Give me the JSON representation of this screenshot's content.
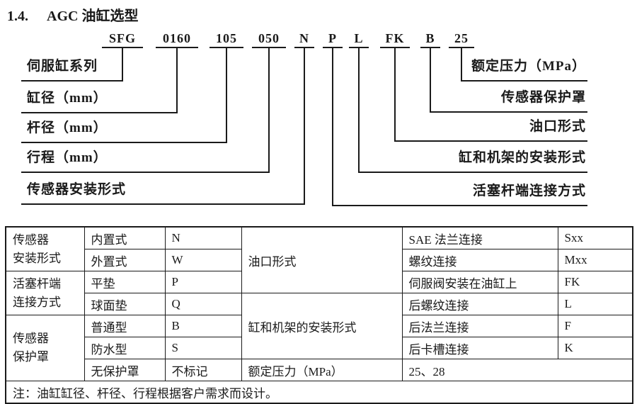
{
  "title": {
    "number": "1.4.",
    "text": "AGC 油缸选型"
  },
  "model_code": {
    "segments": [
      "SFG",
      "0160",
      "105",
      "050",
      "N",
      "P",
      "L",
      "FK",
      "B",
      "25"
    ],
    "left_labels": [
      "伺服缸系列",
      "缸径（mm）",
      "杆径（mm）",
      "行程（mm）",
      "传感器安装形式"
    ],
    "right_labels": [
      "额定压力（MPa）",
      "传感器保护罩",
      "油口形式",
      "缸和机架的安装形式",
      "活塞杆端连接方式"
    ]
  },
  "table": {
    "sensor_mount": {
      "label": "传感器\n安装形式",
      "options": [
        {
          "name": "内置式",
          "code": "N"
        },
        {
          "name": "外置式",
          "code": "W"
        }
      ]
    },
    "rod_end": {
      "label": "活塞杆端\n连接方式",
      "options": [
        {
          "name": "平垫",
          "code": "P"
        },
        {
          "name": "球面垫",
          "code": "Q"
        }
      ]
    },
    "sensor_cover": {
      "label": "传感器\n保护罩",
      "options": [
        {
          "name": "普通型",
          "code": "B"
        },
        {
          "name": "防水型",
          "code": "S"
        },
        {
          "name": "无保护罩",
          "code": "不标记"
        }
      ]
    },
    "oil_port": {
      "label": "油口形式",
      "options": [
        {
          "name": "SAE 法兰连接",
          "code": "Sxx"
        },
        {
          "name": "螺纹连接",
          "code": "Mxx"
        },
        {
          "name": "伺服阀安装在油缸上",
          "code": "FK"
        }
      ]
    },
    "frame_mount": {
      "label": "缸和机架的安装形式",
      "options": [
        {
          "name": "后螺纹连接",
          "code": "L"
        },
        {
          "name": "后法兰连接",
          "code": "F"
        },
        {
          "name": "后卡槽连接",
          "code": "K"
        }
      ]
    },
    "rated_pressure": {
      "label": "额定压力（MPa）",
      "value": "25、28"
    },
    "note": "注：油缸缸径、杆径、行程根据客户需求而设计。"
  },
  "colors": {
    "background": "#ffffff",
    "text": "#1a1a1a",
    "line": "#1a1a1a"
  }
}
